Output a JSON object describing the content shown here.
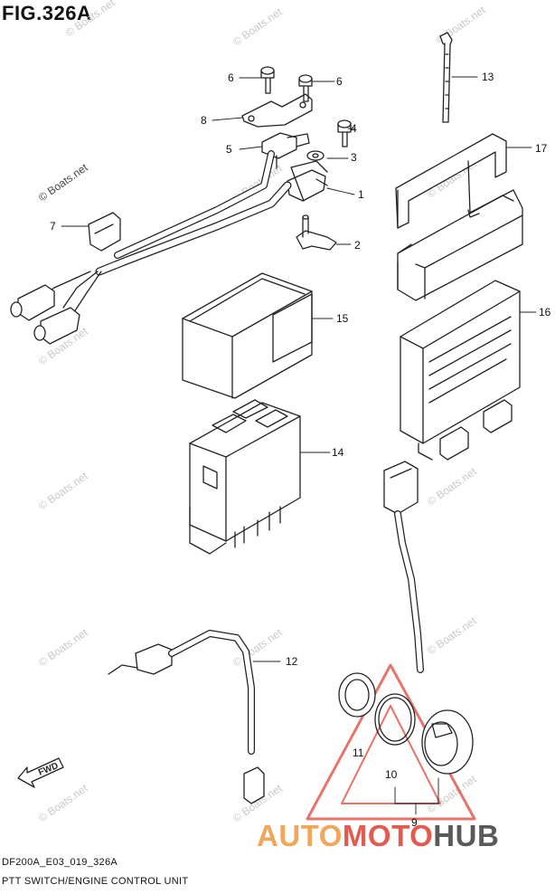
{
  "title": "FIG.326A",
  "footer": {
    "code": "DF200A_E03_019_326A",
    "caption": "PTT SWITCH/ENGINE CONTROL UNIT"
  },
  "watermark": "© Boats.net",
  "fwd_label": "FWD",
  "logo": {
    "part1": "AUTO",
    "part2": "MOTO",
    "part3": "HUB",
    "colors": {
      "triangle": "#e35b4f",
      "auto": "#f2a65a",
      "hub": "#5a5a5a"
    }
  },
  "callouts": [
    {
      "num": "1"
    },
    {
      "num": "2"
    },
    {
      "num": "3"
    },
    {
      "num": "4"
    },
    {
      "num": "5"
    },
    {
      "num": "6"
    },
    {
      "num": "6"
    },
    {
      "num": "7"
    },
    {
      "num": "8"
    },
    {
      "num": "9"
    },
    {
      "num": "10"
    },
    {
      "num": "11"
    },
    {
      "num": "12"
    },
    {
      "num": "13"
    },
    {
      "num": "14"
    },
    {
      "num": "15"
    },
    {
      "num": "16"
    },
    {
      "num": "17"
    }
  ]
}
